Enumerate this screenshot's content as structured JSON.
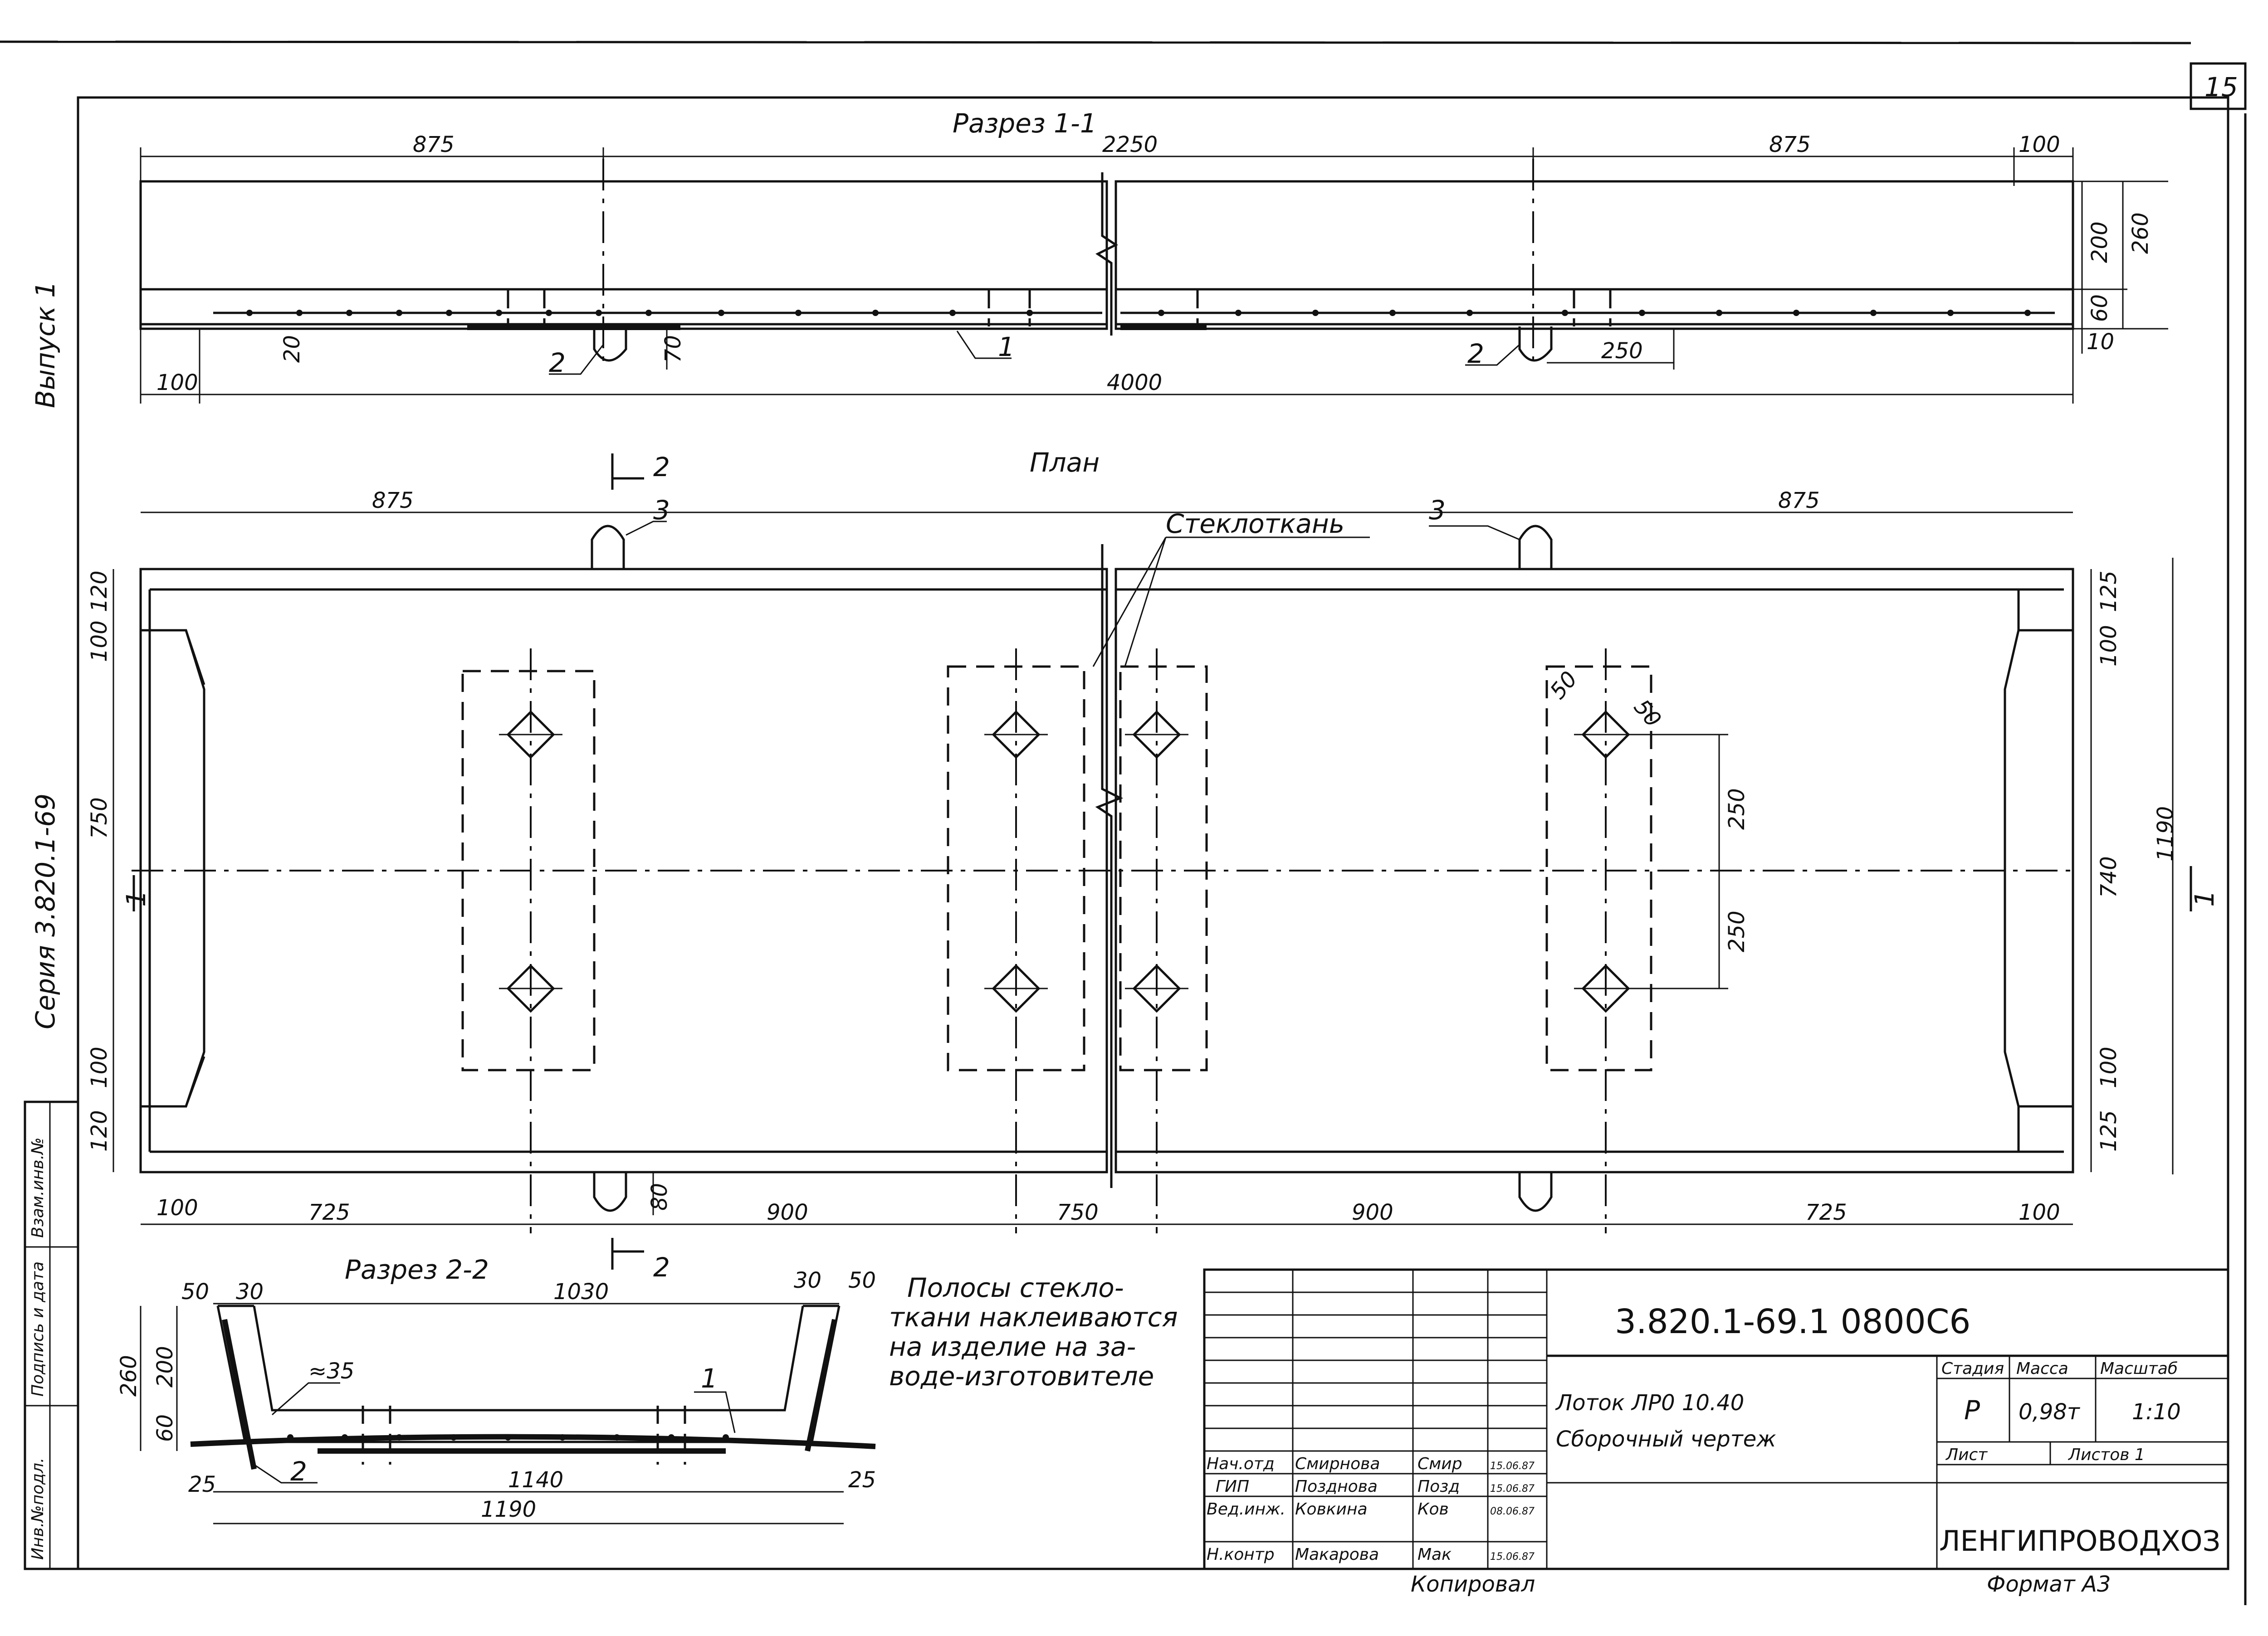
{
  "sheet": {
    "sheet_number": "15",
    "left_margin": {
      "issue": "Выпуск 1",
      "series": "Серия 3.820.1-69",
      "stamp_fields": [
        "Инв.№подл.",
        "Подпись и дата",
        "Взам.инв.№"
      ]
    }
  },
  "section_1_1": {
    "title": "Разрез 1-1",
    "dims_top": [
      "875",
      "2250",
      "875",
      "100"
    ],
    "dims_right": [
      "200",
      "260",
      "60",
      "10"
    ],
    "dims_inner": [
      "20",
      "70",
      "250"
    ],
    "dims_bottom": [
      "100",
      "4000"
    ],
    "callouts": [
      "2",
      "1",
      "2"
    ]
  },
  "plan": {
    "title": "План",
    "section_mark": "2",
    "dims_top": [
      "875",
      "875"
    ],
    "callouts": [
      "3",
      "3"
    ],
    "glass_label": "Стеклоткань",
    "dims_left": [
      "120",
      "100",
      "750",
      "100",
      "120"
    ],
    "dims_right": [
      "125",
      "100",
      "740",
      "1190",
      "100",
      "125"
    ],
    "dims_holes": [
      "50",
      "50",
      "250",
      "250"
    ],
    "dims_low": [
      "80"
    ],
    "dims_bottom": [
      "100",
      "725",
      "900",
      "750",
      "900",
      "725",
      "100"
    ],
    "cut_mark": "1"
  },
  "section_2_2": {
    "title": "Разрез 2-2",
    "dims_top": [
      "50",
      "30",
      "1030",
      "30",
      "50"
    ],
    "dims_left": [
      "260",
      "200",
      "60"
    ],
    "angle": "≈35",
    "dims_bottom": [
      "25",
      "1140",
      "25",
      "1190"
    ],
    "callouts": [
      "1",
      "2"
    ]
  },
  "note": {
    "lines": [
      "Полосы стекло-",
      "ткани наклеиваются",
      "на изделие на за-",
      "воде-изготовителе"
    ]
  },
  "title_block": {
    "code": "3.820.1-69.1 0800С6",
    "name_1": "Лоток ЛР0 10.40",
    "name_2": "Сборочный чертеж",
    "staff": [
      {
        "role": "Нач.отд",
        "name": "Смирнова",
        "sign": "Смир",
        "date": "15.06.87"
      },
      {
        "role": "ГИП",
        "name": "Позднова",
        "sign": "Позд",
        "date": "15.06.87"
      },
      {
        "role": "Вед.инж.",
        "name": "Ковкина",
        "sign": "Ков",
        "date": "08.06.87"
      },
      {
        "role": "Н.контр",
        "name": "Макарова",
        "sign": "Мак",
        "date": "15.06.87"
      }
    ],
    "stage_header": "Стадия",
    "mass_header": "Масса",
    "scale_header": "Масштаб",
    "stage": "Р",
    "mass": "0,98т",
    "scale": "1:10",
    "sheet_label": "Лист",
    "sheets_label": "Листов 1",
    "org": "ЛЕНГИПРОВОДХОЗ",
    "copied": "Копировал",
    "format": "Формат А3"
  }
}
